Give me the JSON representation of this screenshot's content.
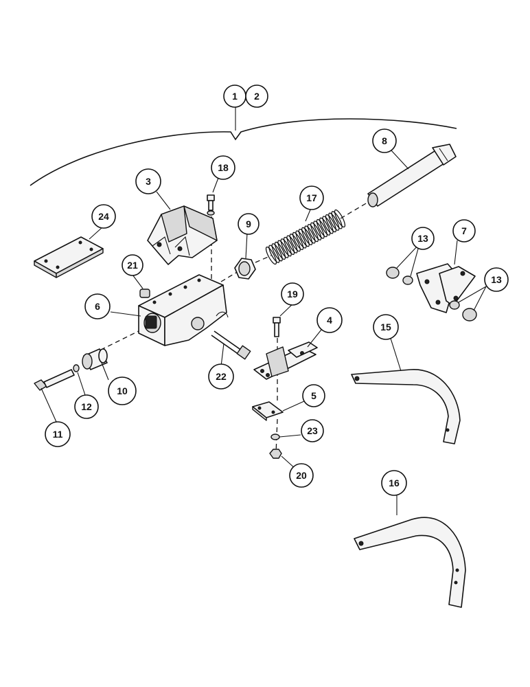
{
  "callouts": [
    {
      "id": "c1",
      "label": "1"
    },
    {
      "id": "c2",
      "label": "2"
    },
    {
      "id": "c3",
      "label": "3"
    },
    {
      "id": "c4",
      "label": "4"
    },
    {
      "id": "c5",
      "label": "5"
    },
    {
      "id": "c6",
      "label": "6"
    },
    {
      "id": "c7",
      "label": "7"
    },
    {
      "id": "c8",
      "label": "8"
    },
    {
      "id": "c9",
      "label": "9"
    },
    {
      "id": "c10",
      "label": "10"
    },
    {
      "id": "c11",
      "label": "11"
    },
    {
      "id": "c12",
      "label": "12"
    },
    {
      "id": "c13a",
      "label": "13"
    },
    {
      "id": "c13b",
      "label": "13"
    },
    {
      "id": "c15",
      "label": "15"
    },
    {
      "id": "c16",
      "label": "16"
    },
    {
      "id": "c17",
      "label": "17"
    },
    {
      "id": "c18",
      "label": "18"
    },
    {
      "id": "c19",
      "label": "19"
    },
    {
      "id": "c20",
      "label": "20"
    },
    {
      "id": "c21",
      "label": "21"
    },
    {
      "id": "c22",
      "label": "22"
    },
    {
      "id": "c23",
      "label": "23"
    },
    {
      "id": "c24",
      "label": "24"
    }
  ]
}
